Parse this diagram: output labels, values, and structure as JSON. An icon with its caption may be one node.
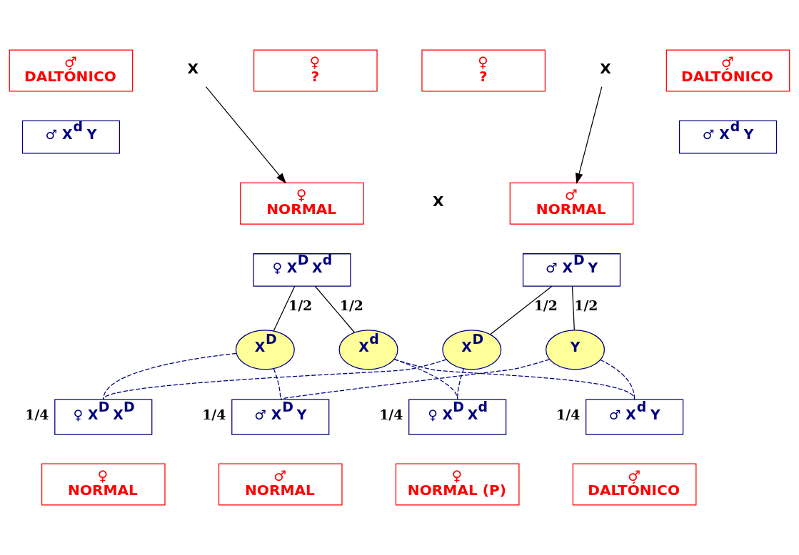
{
  "diagram": {
    "nodes": [
      {
        "text": [
          "♂",
          "DALTÓNICO"
        ]
      },
      {
        "text": [
          "♂ X$^{d}$ Y"
        ]
      },
      {
        "text": [
          "X"
        ]
      },
      {
        "text": [
          "♀",
          "?"
        ]
      },
      {
        "text": [
          "♀",
          "?"
        ]
      },
      {
        "text": [
          "X"
        ]
      },
      {
        "text": [
          "♂",
          "DALTÓNICO"
        ]
      },
      {
        "text": [
          "♂ X$^{d}$ Y"
        ]
      },
      {
        "text": [
          "♀",
          "NORMAL"
        ]
      },
      {
        "text": [
          "♀ X$^{D}$ X$^{d}$"
        ]
      },
      {
        "text": [
          "♂",
          "NORMAL"
        ]
      },
      {
        "text": [
          "♂ X$^{D}$ Y"
        ]
      },
      {
        "text": [
          "X$^{D}$"
        ]
      },
      {
        "text": [
          "X$^{d}$"
        ]
      },
      {
        "text": [
          "X$^{D}$"
        ]
      },
      {
        "text": [
          "Y"
        ]
      },
      {
        "text": [
          "♀ X$^{D}$ X$^{D}$"
        ],
        "beside": [
          "1/4"
        ]
      },
      {
        "text": [
          "♀",
          "NORMAL"
        ]
      },
      {
        "text": [
          "♂ X$^{D}$ Y"
        ],
        "beside": [
          "1/4"
        ]
      },
      {
        "text": [
          "♂",
          "NORMAL"
        ]
      },
      {
        "text": [
          "♀ X$^{D}$ X$^{d}$"
        ],
        "beside": [
          "1/4"
        ]
      },
      {
        "text": [
          "♀",
          "NORMAL (P)"
        ]
      },
      {
        "text": [
          "♂ X$^{d}$ Y"
        ],
        "beside": [
          "1/4"
        ]
      },
      {
        "text": [
          "♂",
          "DALTÓNICO"
        ]
      }
    ],
    "edges": [
      {
        "from": 2,
        "to": 8,
        "arrow": "to",
        "color": "#000000"
      },
      {
        "from": 5,
        "to": 10,
        "arrow": "to",
        "color": "#000000"
      },
      {
        "from": 9,
        "to": 12,
        "arrow": "none",
        "label": "1/2",
        "color": "#000000"
      },
      {
        "from": 9,
        "to": 13,
        "arrow": "none",
        "label": "1/2",
        "color": "#000000"
      },
      {
        "from": 11,
        "to": 14,
        "arrow": "none",
        "label": "1/2",
        "color": "#000000"
      },
      {
        "from": 11,
        "to": 15,
        "arrow": "none",
        "label": "1/2",
        "color": "#000000"
      },
      {
        "from": 12,
        "to": 16,
        "arrow": "none",
        "style": "dashed"
      },
      {
        "from": 12,
        "to": 18,
        "arrow": "none",
        "style": "dashed"
      },
      {
        "from": 13,
        "to": 20,
        "arrow": "none",
        "style": "dashed"
      },
      {
        "from": 13,
        "to": 22,
        "arrow": "none",
        "style": "dashed"
      },
      {
        "from": 14,
        "to": 16,
        "arrow": "none",
        "style": "dashed"
      },
      {
        "from": 14,
        "to": 20,
        "arrow": "none",
        "style": "dashed"
      },
      {
        "from": 15,
        "to": 18,
        "arrow": "none",
        "style": "dashed"
      },
      {
        "from": 15,
        "to": 22,
        "arrow": "none",
        "style": "dashed"
      }
    ],
    "labels": [
      "X"
    ]
  }
}
